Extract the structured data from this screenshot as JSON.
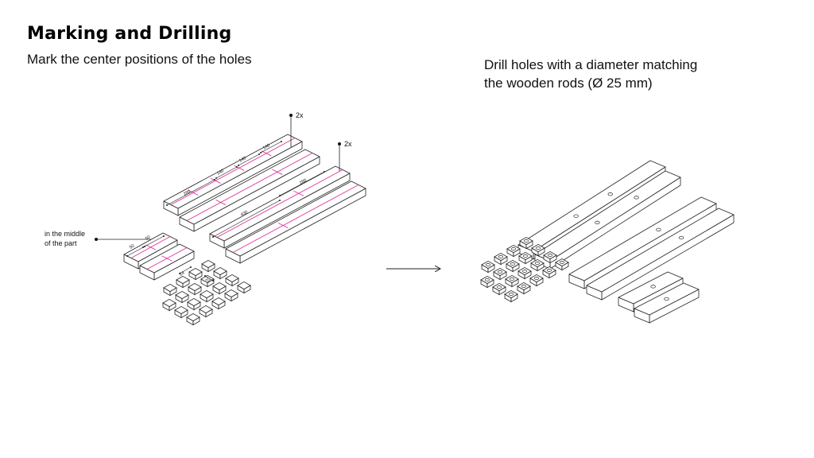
{
  "header": {
    "title": "Marking and Drilling",
    "subtitle": "Mark the center positions of the holes"
  },
  "right_caption": {
    "line1": "Drill holes with a diameter matching",
    "line2": "the wooden rods (Ø 25 mm)"
  },
  "callouts": {
    "count_top": "2x",
    "count_second": "2x",
    "middle_line1": "in the middle",
    "middle_line2": "of the part"
  },
  "dimensions": {
    "d_280_a": "280",
    "d_140_a": "140",
    "d_140_b": "140",
    "d_140_c": "140",
    "d_280_b": "280",
    "d_430": "430",
    "d_50_a": "50",
    "d_50_b": "50",
    "d_24": "24",
    "d_22": "22"
  },
  "colors": {
    "marking": "#e0339a",
    "line": "#222222"
  }
}
